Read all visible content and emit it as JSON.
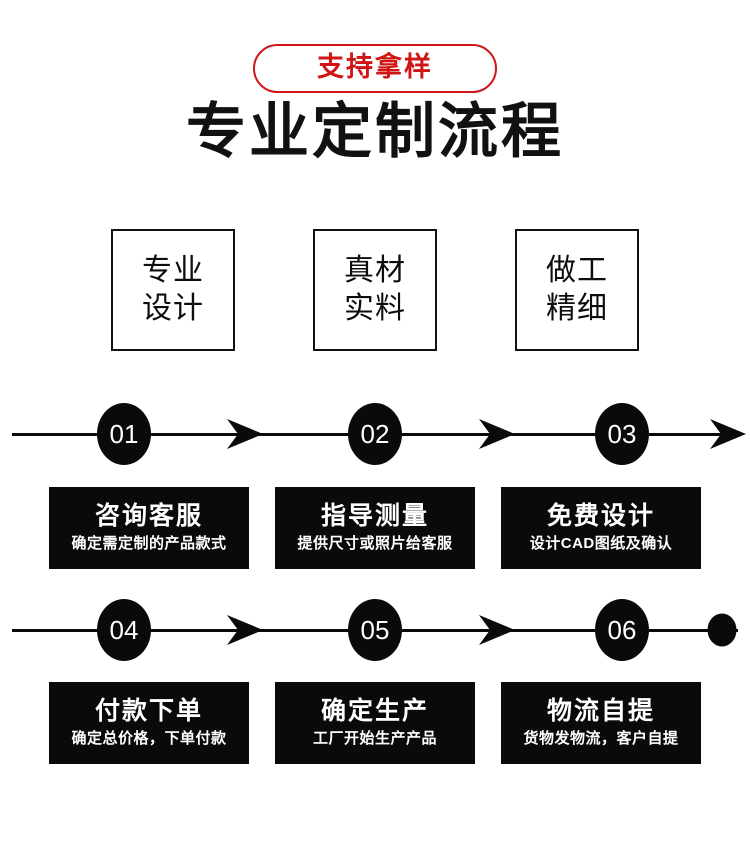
{
  "badge": {
    "label": "支持拿样",
    "color": "#d11414"
  },
  "heading": {
    "title": "专业定制流程",
    "color": "#111111"
  },
  "features": [
    {
      "line1": "专业",
      "line2": "设计"
    },
    {
      "line1": "真材",
      "line2": "实料"
    },
    {
      "line1": "做工",
      "line2": "精细"
    }
  ],
  "flow": {
    "row1": {
      "nodes": [
        "01",
        "02",
        "03"
      ],
      "end_marker": "arrow",
      "steps": [
        {
          "title": "咨询客服",
          "sub": "确定需定制的产品款式"
        },
        {
          "title": "指导测量",
          "sub": "提供尺寸或照片给客服"
        },
        {
          "title": "免费设计",
          "sub": "设计CAD图纸及确认"
        }
      ]
    },
    "row2": {
      "nodes": [
        "04",
        "05",
        "06"
      ],
      "end_marker": "dot",
      "steps": [
        {
          "title": "付款下单",
          "sub": "确定总价格，下单付款"
        },
        {
          "title": "确定生产",
          "sub": "工厂开始生产产品"
        },
        {
          "title": "物流自提",
          "sub": "货物发物流，客户自提"
        }
      ]
    }
  },
  "colors": {
    "background": "#ffffff",
    "ink": "#0a0a0a",
    "accent": "#d11414"
  }
}
